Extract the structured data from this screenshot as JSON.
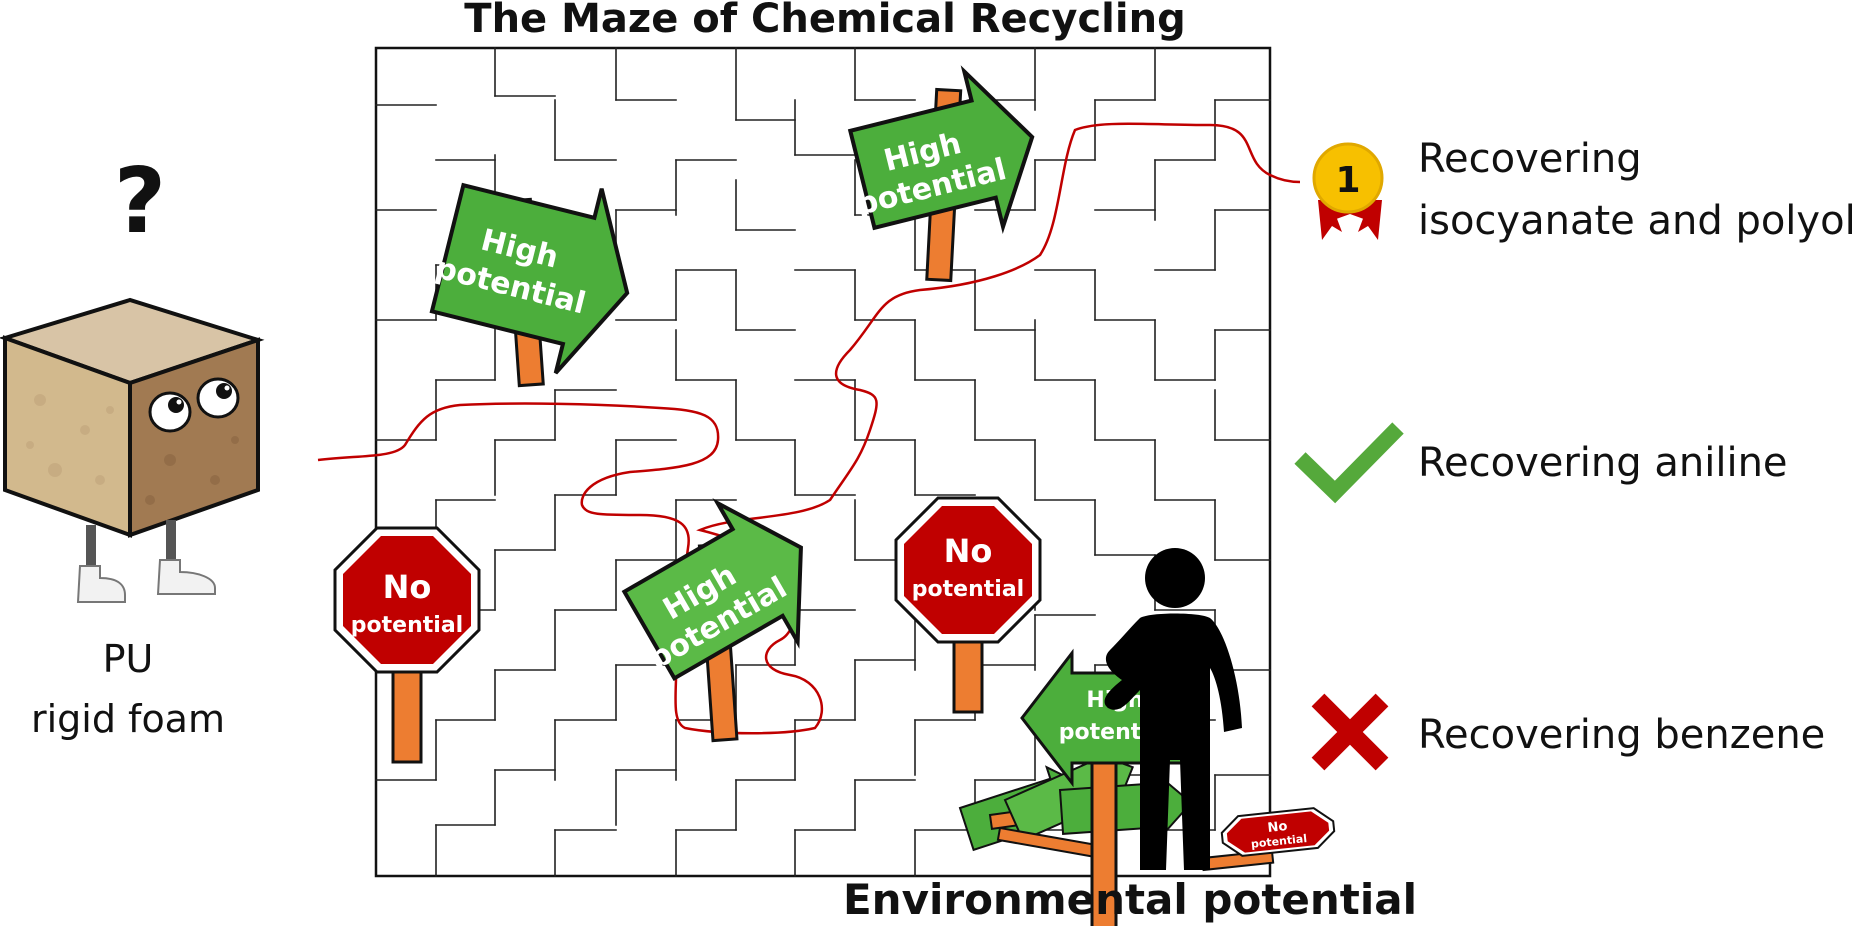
{
  "title": "The Maze of Chemical Recycling",
  "bottom_label": "Environmental potential",
  "question_mark": "?",
  "foam": {
    "line1": "PU",
    "line2": "rigid foam"
  },
  "signs": {
    "high": {
      "line1": "High",
      "line2": "potential"
    },
    "no": {
      "line1": "No",
      "line2": "potential"
    }
  },
  "medal": {
    "rank": "1"
  },
  "outcomes": [
    {
      "id": "isocyanate",
      "line1": "Recovering",
      "line2": "isocyanate and polyol",
      "status": "best"
    },
    {
      "id": "aniline",
      "line1": "Recovering aniline",
      "status": "ok"
    },
    {
      "id": "benzene",
      "line1": "Recovering benzene",
      "status": "fail"
    }
  ],
  "colors": {
    "sign_green": "#4cae3c",
    "sign_red": "#c00000",
    "post_orange": "#ed7d31",
    "path_red": "#c00000",
    "check_green": "#55a93b",
    "medal_gold": "#f7c000",
    "ribbon_red": "#c00000",
    "person": "#000000"
  }
}
